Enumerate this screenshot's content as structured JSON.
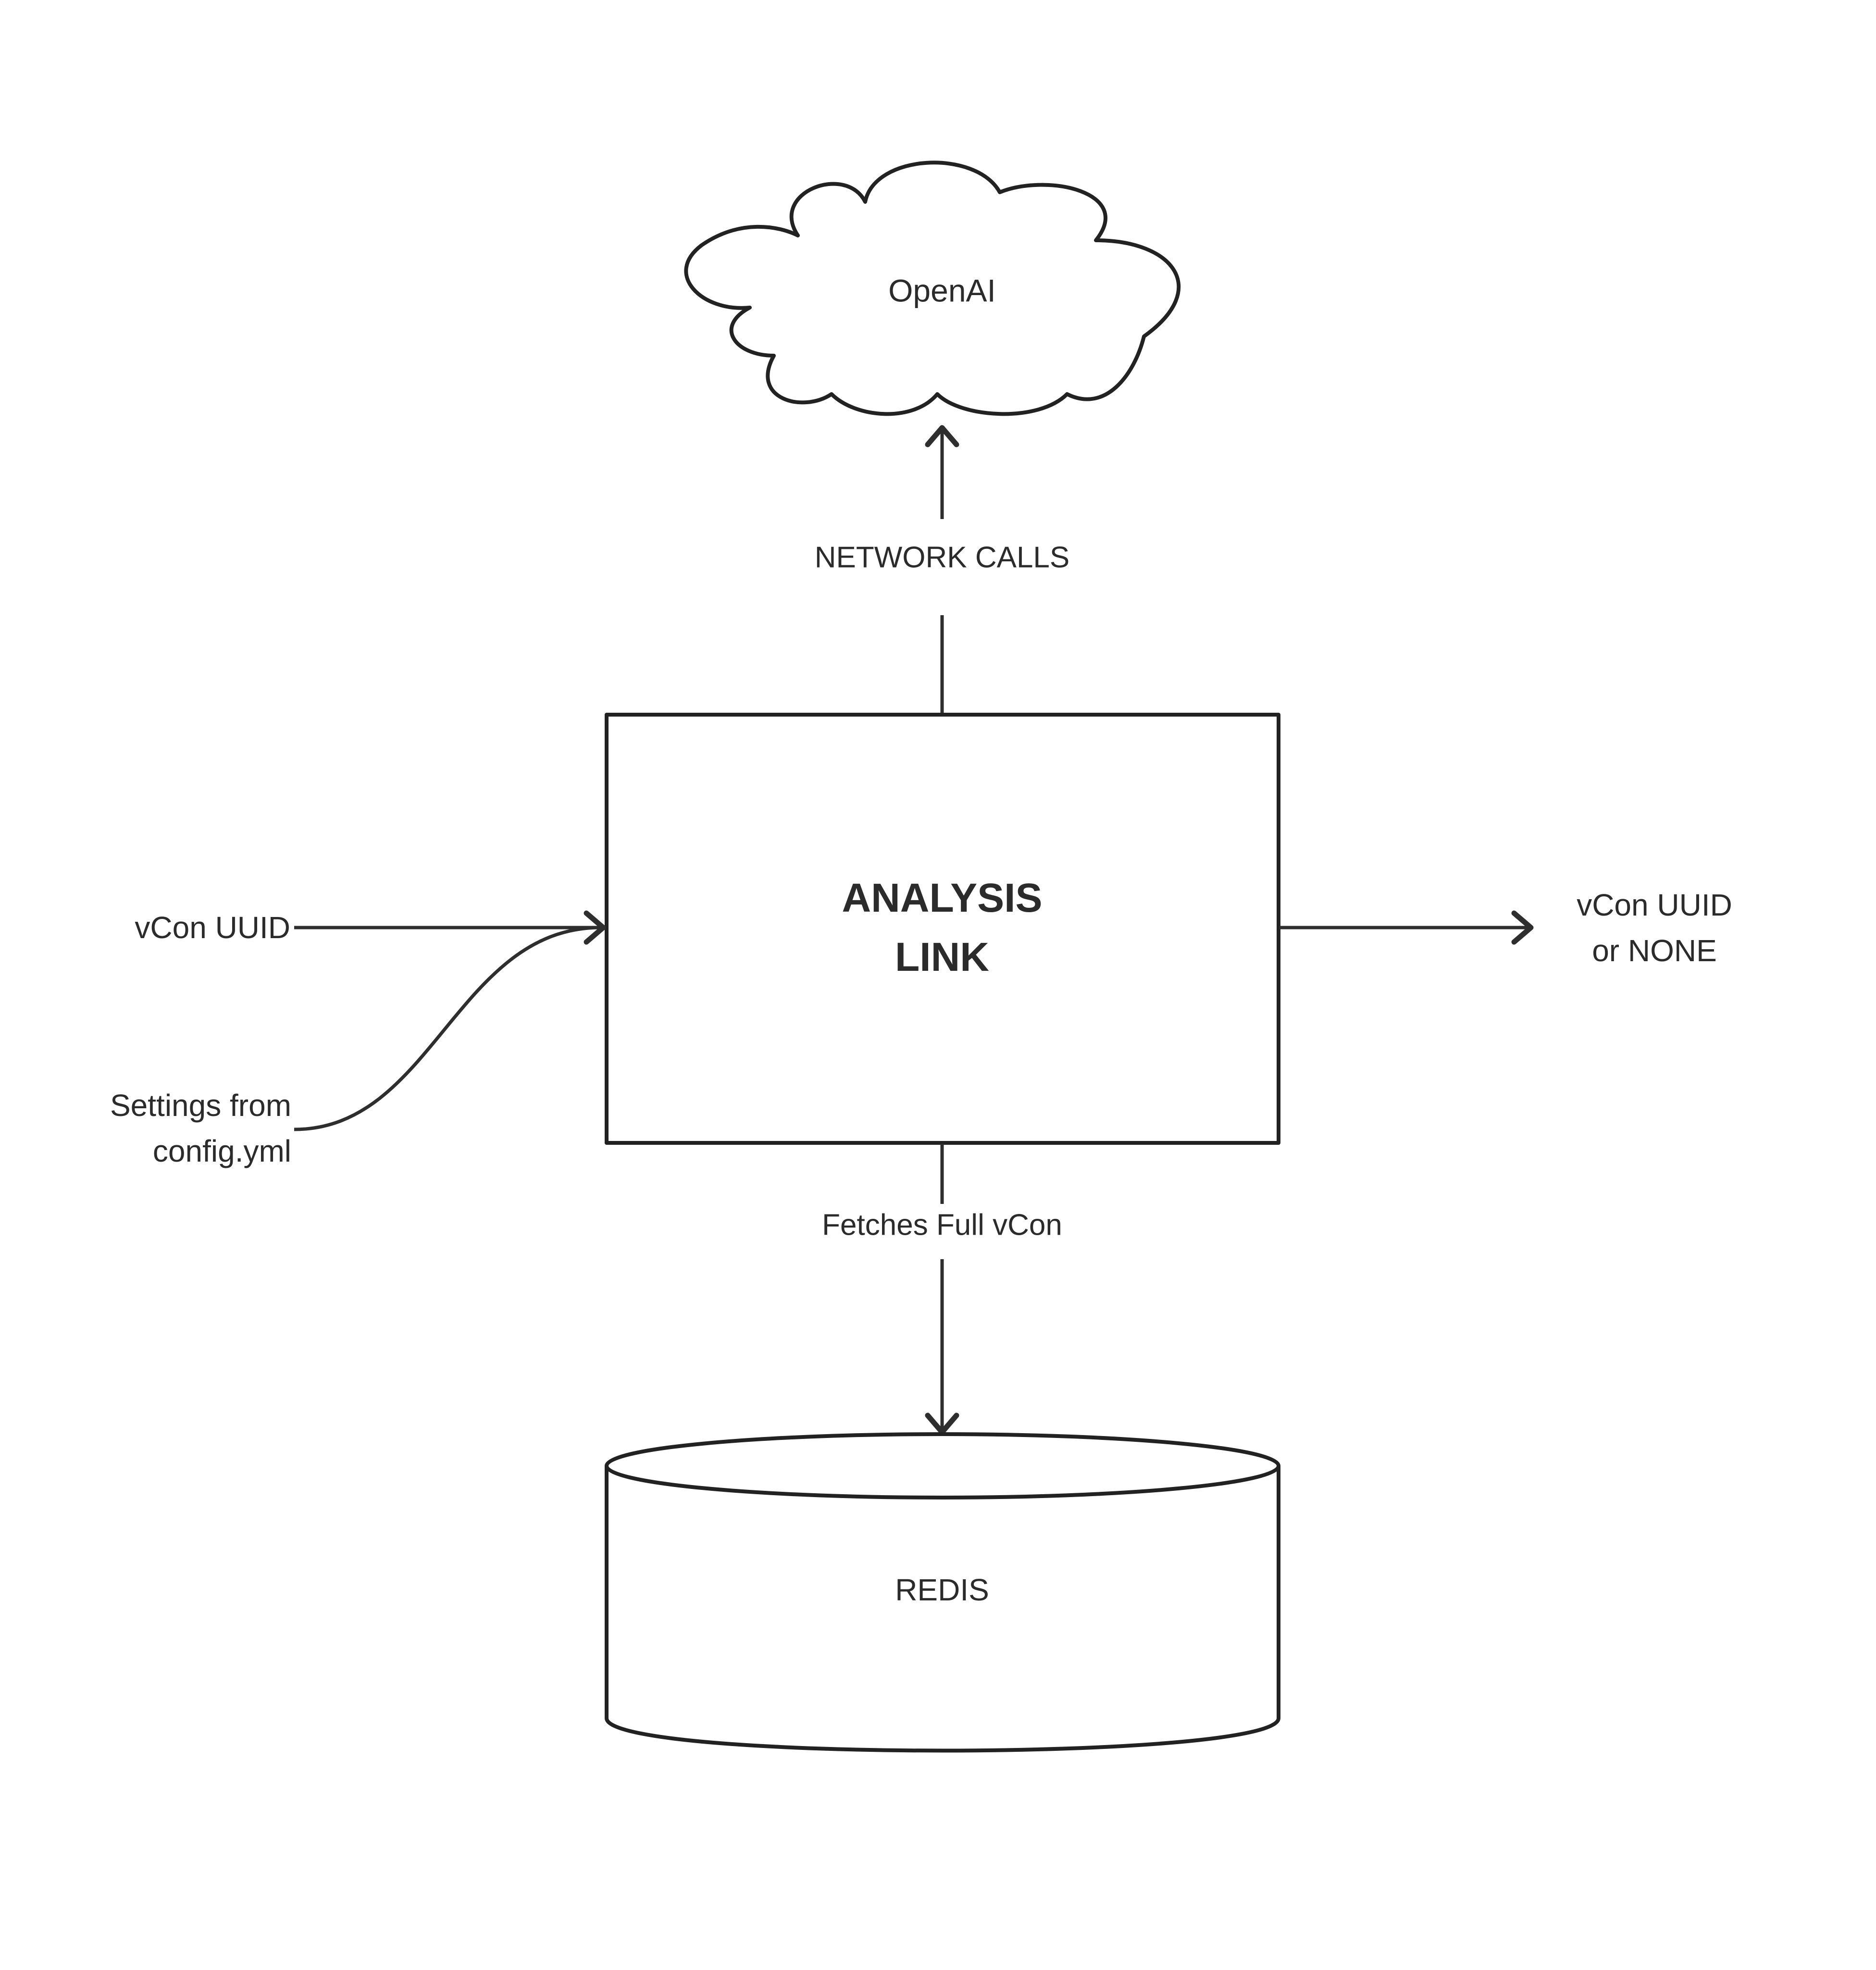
{
  "nodes": {
    "cloud": {
      "label": "OpenAI"
    },
    "analysis": {
      "line1": "ANALYSIS",
      "line2": "LINK"
    },
    "database": {
      "label": "REDIS"
    }
  },
  "edges": {
    "network": {
      "label": "NETWORK CALLS"
    },
    "fetch": {
      "label": "Fetches Full vCon"
    },
    "input_uuid": {
      "label": "vCon UUID"
    },
    "settings": {
      "line1": "Settings from",
      "line2": "config.yml"
    },
    "output": {
      "line1": "vCon UUID",
      "line2": "or NONE"
    }
  },
  "colors": {
    "stroke": "#222222",
    "text": "#2b2b2b",
    "background": "#ffffff"
  }
}
